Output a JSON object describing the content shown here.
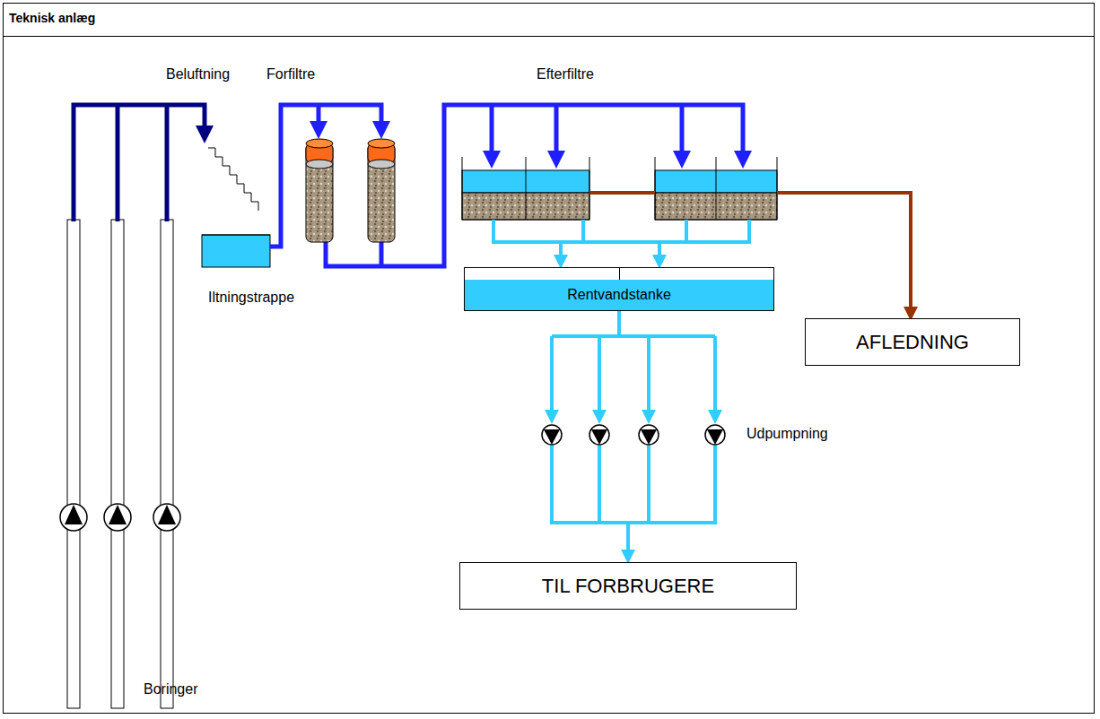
{
  "diagram": {
    "title": "Teknisk anlæg",
    "nodes": [
      {
        "text": [
          "Rentvandstanke"
        ]
      },
      {
        "text": [
          "AFLEDNING"
        ]
      },
      {
        "text": [
          "TIL FORBRUGERE"
        ]
      }
    ],
    "edges": [
      {
        "from": 0,
        "to": 2,
        "arrow": "to"
      }
    ],
    "labels": [
      "Beluftning",
      "Forfiltre",
      "Efterfiltre",
      "Iltningstrappe",
      "Udpumpning",
      "Boringer"
    ]
  }
}
